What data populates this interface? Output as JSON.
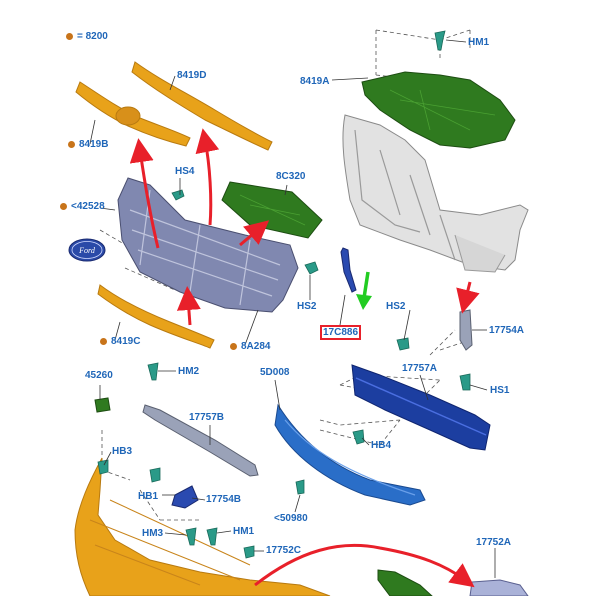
{
  "legend": {
    "dot_color": "#c8741a",
    "text": "= 8200"
  },
  "labels": {
    "hm1_top": "HM1",
    "p8419A": "8419A",
    "p8419D": "8419D",
    "p8419B": "8419B",
    "hs4": "HS4",
    "p8C320": "8C320",
    "p42528": "<42528",
    "hs2_left": "HS2",
    "p17C886": "17C886",
    "hs2_right": "HS2",
    "p17754A": "17754A",
    "p8419C": "8419C",
    "p8A284": "8A284",
    "p45260": "45260",
    "hm2": "HM2",
    "p5D008": "5D008",
    "p17757A": "17757A",
    "hs1": "HS1",
    "p17757B": "17757B",
    "hb4": "HB4",
    "hb3": "HB3",
    "hb1": "HB1",
    "p17754B": "17754B",
    "p50980": "<50980",
    "hm3": "HM3",
    "hm1_bottom": "HM1",
    "p17752C": "17752C",
    "p17752A": "17752A"
  },
  "highlight_color": "#e8202a",
  "part_colors": {
    "trim": "#e8a21a",
    "shield": "#2f7a1f",
    "frame": "#d8d8d8",
    "grille": "#8088b0",
    "beam": "#2a6ec8",
    "beam_dark": "#1c3ea0",
    "fastener": "#2a9a88",
    "arrow_red": "#e8202a",
    "arrow_green": "#22cc22"
  },
  "ford_badge": "Ford"
}
